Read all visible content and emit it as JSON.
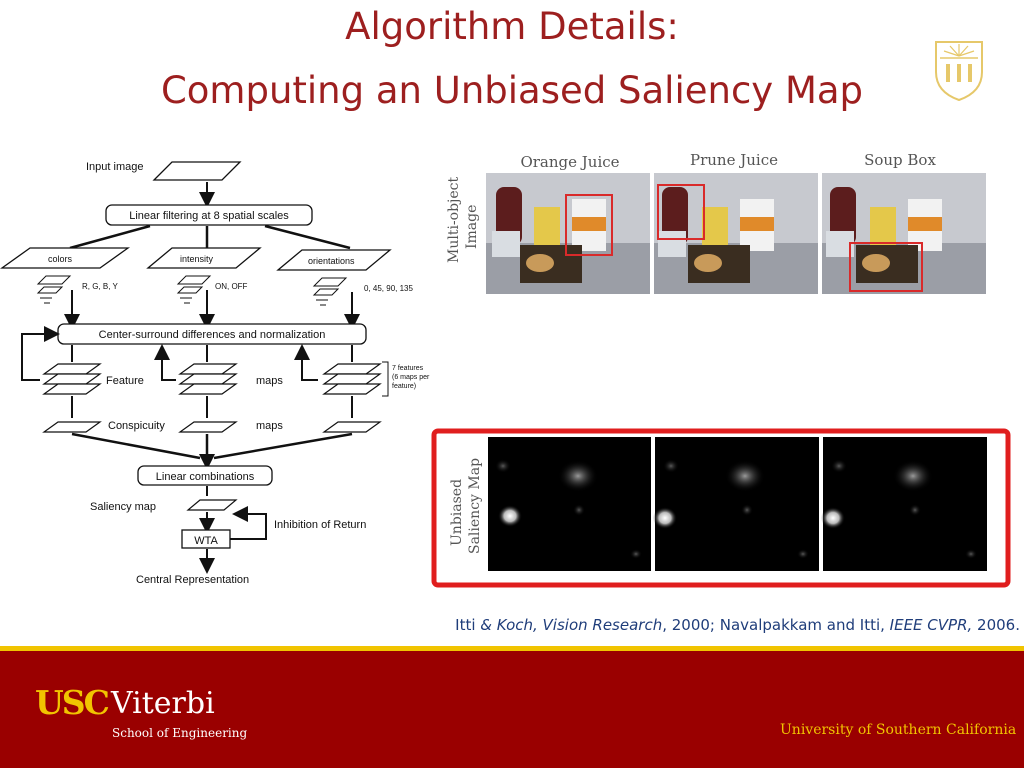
{
  "title": {
    "line1": "Algorithm Details:",
    "line2": "Computing an Unbiased Saliency Map"
  },
  "flowchart": {
    "input": "Input image",
    "linear_filtering": "Linear filtering at 8 spatial scales",
    "channels": [
      "colors",
      "intensity",
      "orientations"
    ],
    "channel_params": [
      "R, G, B, Y",
      "ON, OFF",
      "0, 45, 90, 135"
    ],
    "center_surround": "Center-surround differences and normalization",
    "feature": "Feature",
    "maps": "maps",
    "features_note": [
      "7 features",
      "(6 maps per",
      "feature)"
    ],
    "conspicuity": "Conspicuity",
    "linear_combinations": "Linear combinations",
    "saliency_map": "Saliency map",
    "wta": "WTA",
    "inhibition": "Inhibition of Return",
    "central": "Central Representation"
  },
  "photos": {
    "row_label": [
      "Multi-object",
      "Image"
    ],
    "columns": [
      "Orange Juice",
      "Prune Juice",
      "Soup Box"
    ]
  },
  "saliency": {
    "row_label": [
      "Unbiased",
      "Saliency Map"
    ]
  },
  "citation": {
    "p1": "Itti ",
    "p2": "& Koch, Vision Research",
    "p3": ", 2000; Navalpakkam and Itti, ",
    "p4": "IEEE CVPR,",
    "p5": " 2006."
  },
  "footer": {
    "usc": "USC",
    "viterbi": "Viterbi",
    "school": "School of Engineering",
    "university": "University of Southern California"
  },
  "colors": {
    "title": "#9d1f1f",
    "footer_bg": "#9a0000",
    "gold": "#f1c400",
    "highlight_box": "#e01e1e",
    "citation": "#1f3d7a"
  }
}
